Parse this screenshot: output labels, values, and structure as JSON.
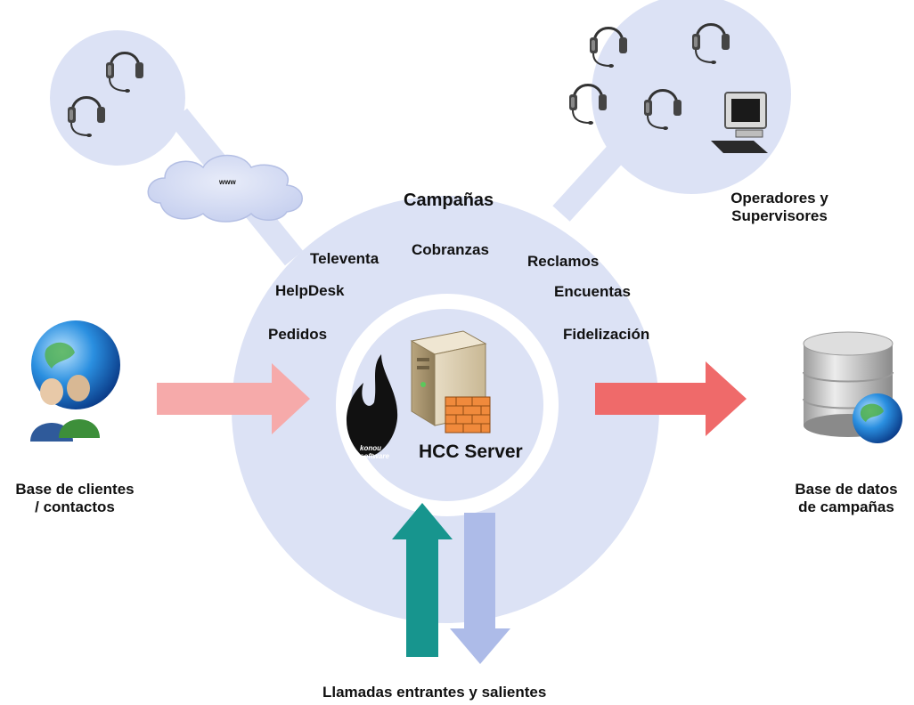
{
  "campaigns": {
    "title": "Campañas",
    "items": [
      "Televenta",
      "Cobranzas",
      "Reclamos",
      "HelpDesk",
      "Encuentas",
      "Pedidos",
      "Fidelización"
    ]
  },
  "server": {
    "label": "HCC Server",
    "logo_text": "konou software"
  },
  "cloud": {
    "label": "www"
  },
  "operators": {
    "label_line1": "Operadores y",
    "label_line2": "Supervisores"
  },
  "clients": {
    "label_line1": "Base de clientes",
    "label_line2": "/ contactos"
  },
  "database": {
    "label_line1": "Base de datos",
    "label_line2": "de campañas"
  },
  "calls": {
    "label": "Llamadas entrantes y salientes"
  },
  "colors": {
    "circle_fill": "#dce2f5",
    "inner_ring": "#ffffff",
    "arrow_in": "#f6aaaa",
    "arrow_out": "#ef6a6a",
    "arrow_up": "#17958e",
    "arrow_down": "#adbbe8"
  },
  "icons": [
    "headset-icon",
    "computer-icon",
    "cloud-icon",
    "users-globe-icon",
    "database-globe-icon",
    "server-icon",
    "flame-logo-icon"
  ]
}
